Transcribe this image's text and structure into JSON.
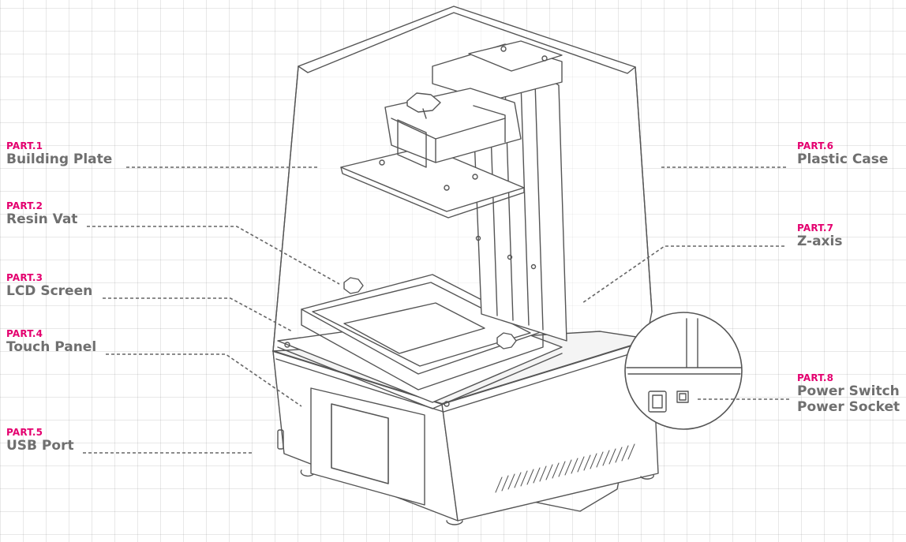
{
  "labels": [
    {
      "part": "PART.1",
      "name": "Building Plate"
    },
    {
      "part": "PART.2",
      "name": "Resin Vat"
    },
    {
      "part": "PART.3",
      "name": "LCD Screen"
    },
    {
      "part": "PART.4",
      "name": "Touch Panel"
    },
    {
      "part": "PART.5",
      "name": "USB Port"
    },
    {
      "part": "PART.6",
      "name": "Plastic Case"
    },
    {
      "part": "PART.7",
      "name": "Z-axis"
    },
    {
      "part": "PART.8",
      "name": "Power Switch",
      "name2": "Power Socket"
    }
  ],
  "colors": {
    "accent": "#e4006f",
    "label_text": "#6f6f6f",
    "line_art": "#555555",
    "grid": "#d9d9d9"
  }
}
